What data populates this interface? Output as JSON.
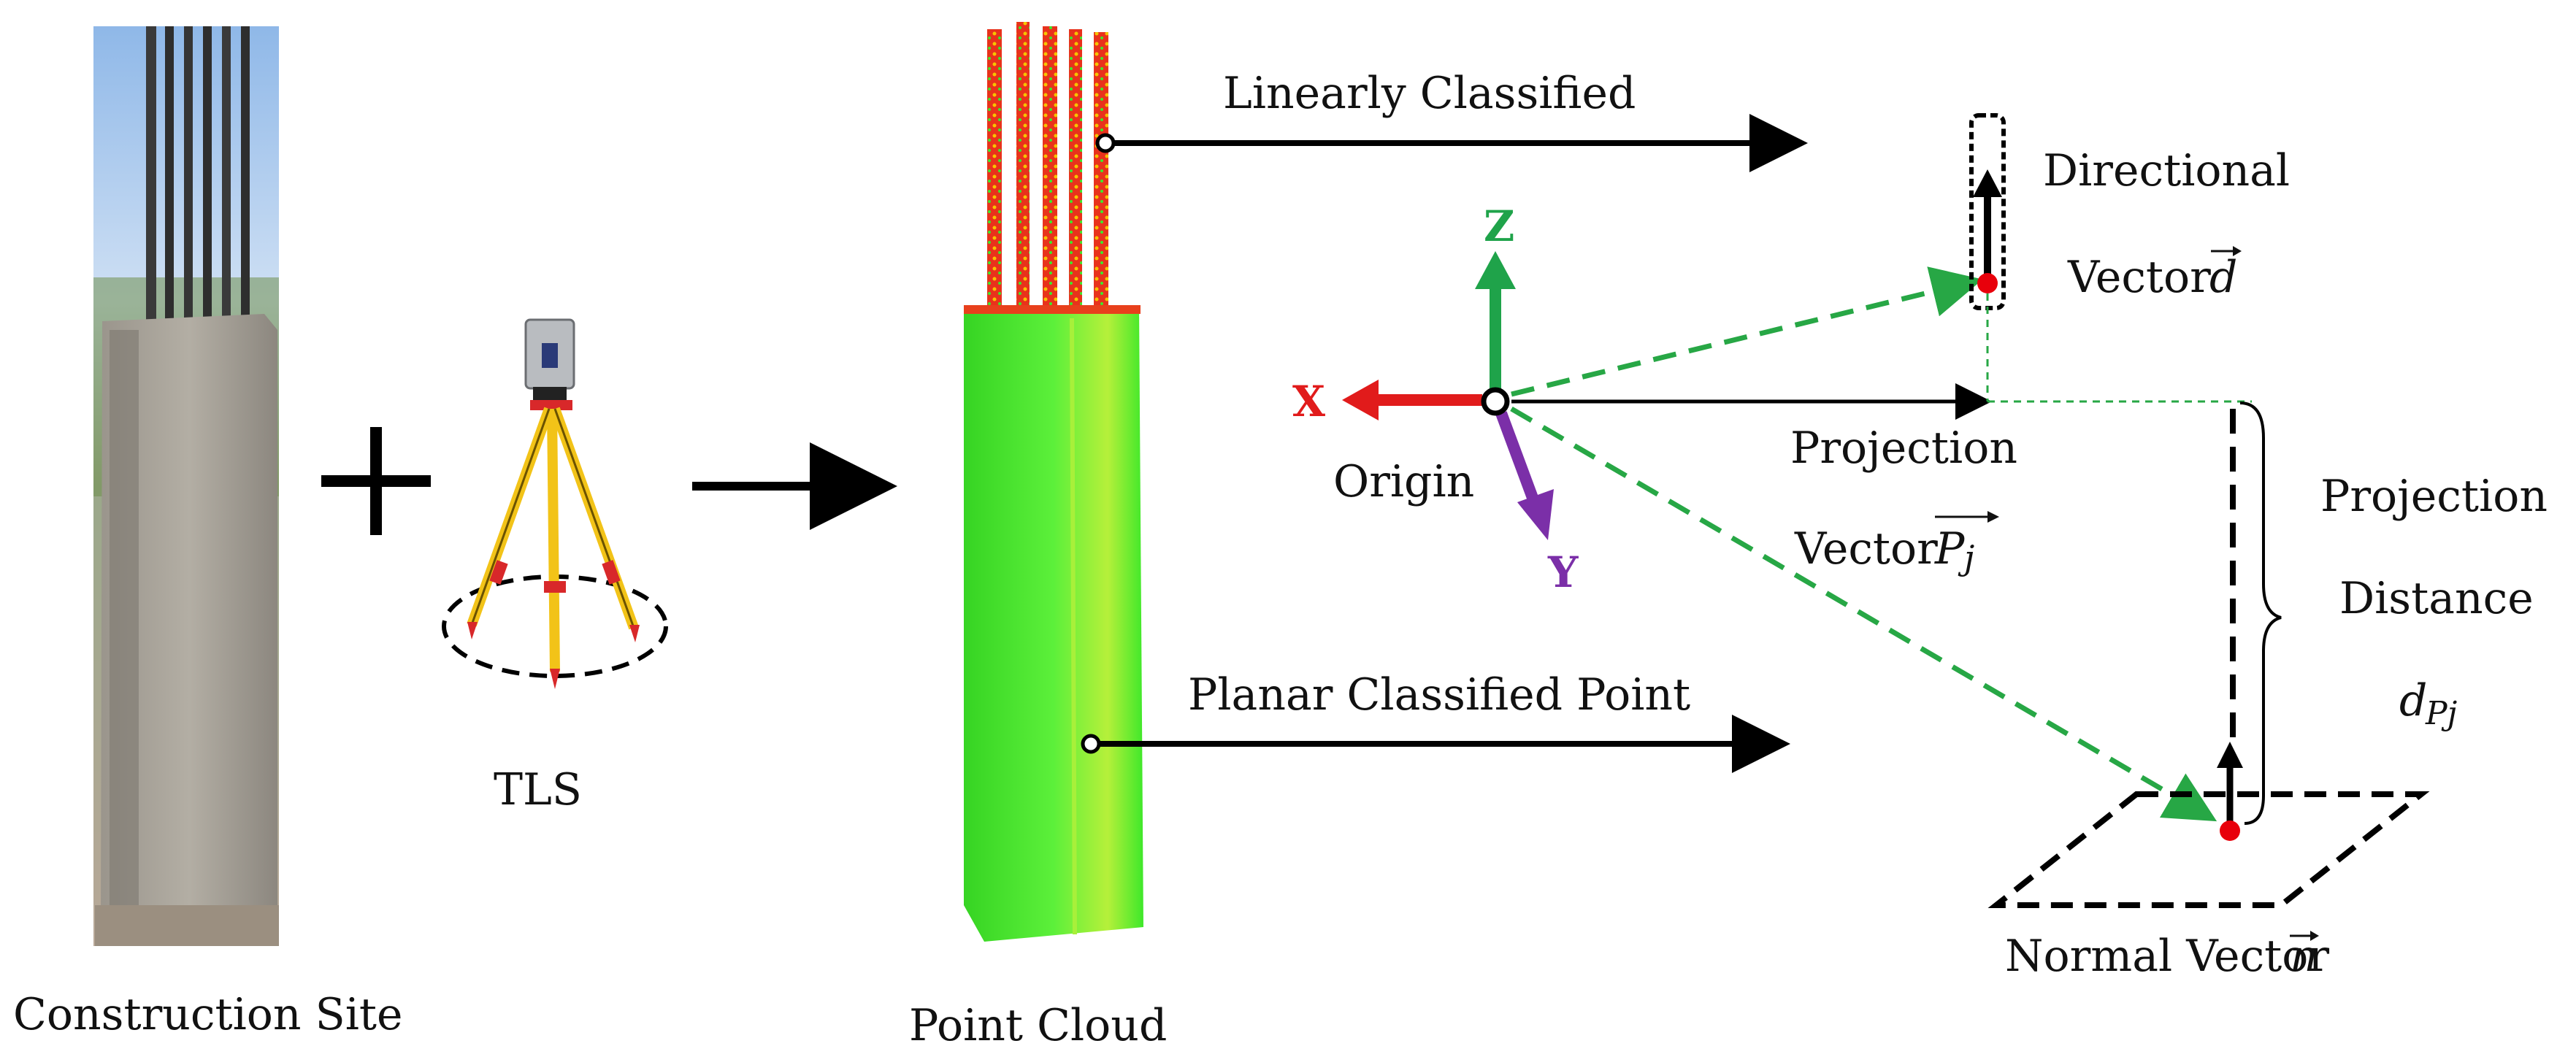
{
  "labels": {
    "construction_site": "Construction Site",
    "tls": "TLS",
    "point_cloud": "Point Cloud",
    "linearly_classified": "Linearly Classified",
    "planar_classified_point": "Planar Classified Point",
    "directional": "Directional",
    "vector_word": "Vector",
    "d_symbol": "d",
    "origin": "Origin",
    "projection": "Projection",
    "p_symbol": "P",
    "j_subscript": "j",
    "projection2": "Projection",
    "distance": "Distance",
    "dpj_d": "d",
    "dpj_sub": "Pj",
    "normal_vector": "Normal Vector",
    "n_symbol": "n",
    "plus": "+"
  },
  "axes": {
    "x": "X",
    "y": "Y",
    "z": "Z"
  },
  "colors": {
    "x_axis": "#e11b1b",
    "y_axis": "#7b2fa8",
    "z_axis": "#1fa34a",
    "dashed_vector": "#27a745",
    "point_red": "#e8000b",
    "tripod_yellow": "#f2c318",
    "cloud_green": "#3ee82a",
    "cloud_red": "#e2261c"
  }
}
